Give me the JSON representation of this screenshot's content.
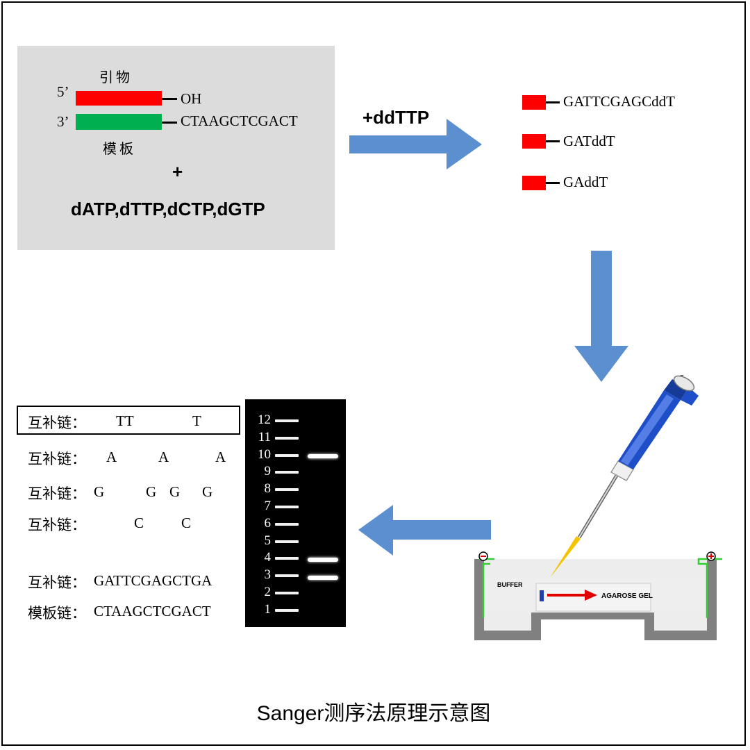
{
  "reaction": {
    "primer_label": "引物",
    "five_prime": "5’",
    "three_prime": "3’",
    "primer_end": "OH",
    "template_seq": "CTAAGCTCGACT",
    "template_label": "模板",
    "plus": "+",
    "dntps": "dATP,dTTP,dCTP,dGTP"
  },
  "step_label": "+ddTTP",
  "fragments": [
    "GATTCGAGCddT",
    "GATddT",
    "GAddT"
  ],
  "ladder": [
    "12",
    "11",
    "10",
    "9",
    "8",
    "7",
    "6",
    "5",
    "4",
    "3",
    "2",
    "1"
  ],
  "gel_band_sizes": [
    10,
    4,
    3
  ],
  "electrophoresis": {
    "buffer": "BUFFER",
    "gel": "AGAROSE GEL",
    "negative": "−",
    "positive": "+"
  },
  "strands": {
    "label": "互补链：",
    "t_row": [
      "TT",
      "T"
    ],
    "a_row": [
      "A",
      "A",
      "A"
    ],
    "g_row": [
      "G",
      "G",
      "G",
      "G"
    ],
    "c_row": [
      "C",
      "C"
    ],
    "complement_seq": "GATTCGAGCTGA",
    "template_label": "模板链：",
    "template_seq": "CTAAGCTCGACT"
  },
  "caption": "Sanger测序法原理示意图",
  "colors": {
    "primer": "#ff0000",
    "template": "#00b050",
    "arrow": "#5b8fd0",
    "pipette": "#1f4fc8",
    "tip": "#f5c400"
  }
}
